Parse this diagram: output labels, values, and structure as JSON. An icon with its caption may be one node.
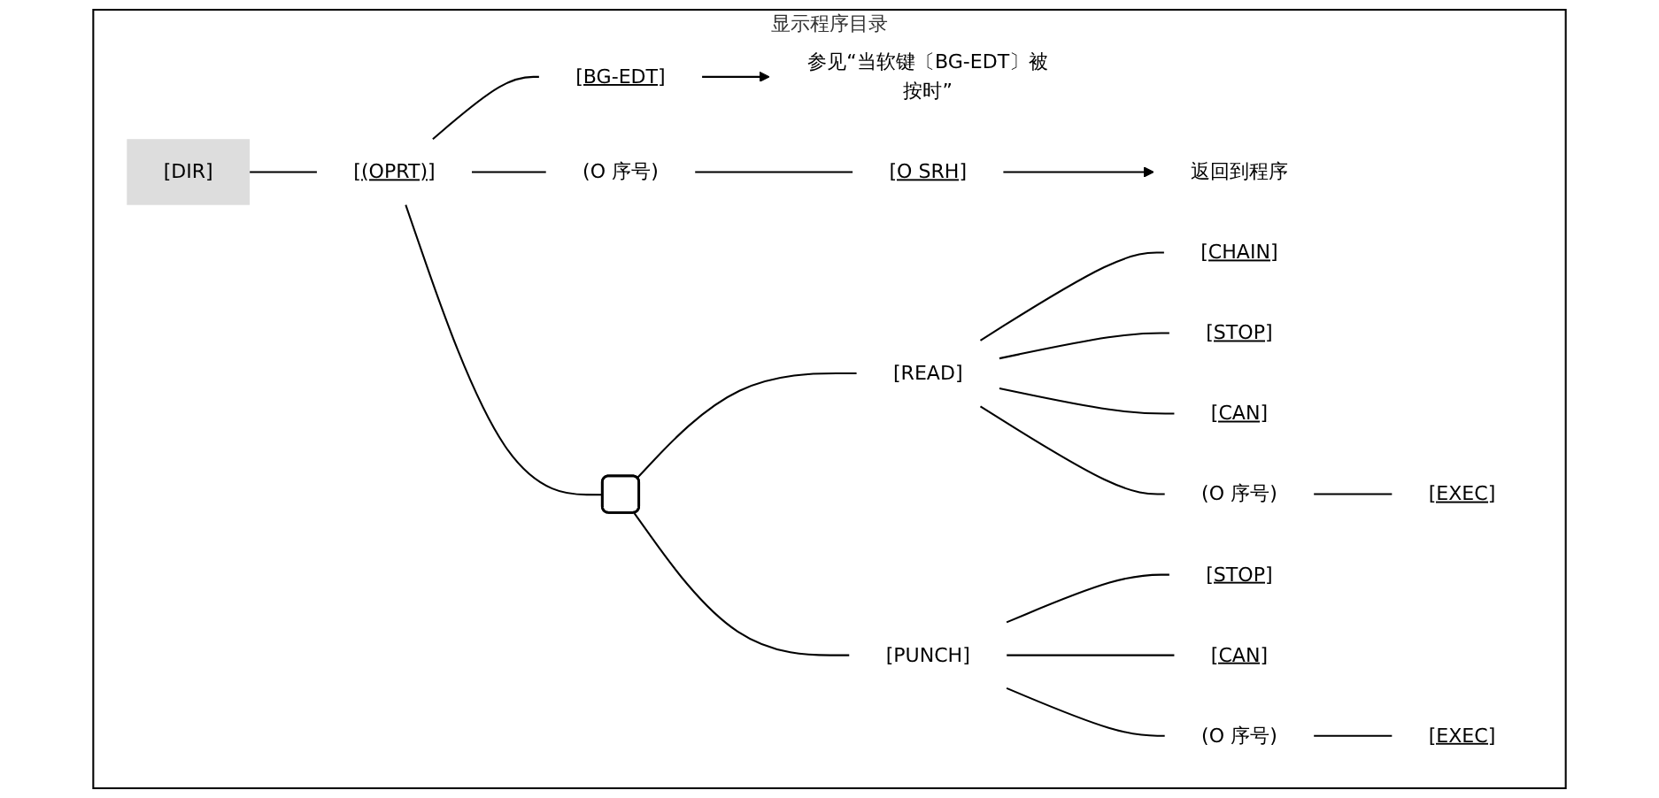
{
  "diagram": {
    "nodes": [
      {
        "text": [
          "显示程序目录"
        ]
      },
      {
        "text": [
          "[DIR]"
        ],
        "in": 0
      },
      {
        "text": [
          "[(OPRT)]"
        ],
        "in": 0
      },
      {
        "text": [
          "[BG-EDT]"
        ],
        "in": 0
      },
      {
        "text": [
          "(O 序号)"
        ],
        "in": 0
      },
      {
        "text": [
          "[O SRH]"
        ],
        "in": 0
      },
      {
        "text": [
          "参见“当软键〔BG-EDT〕被按时”"
        ],
        "in": 0
      },
      {
        "text": [
          "返回到程序"
        ],
        "in": 0
      },
      {
        "text": [],
        "shape": "box",
        "in": 0
      },
      {
        "text": [
          "[READ]"
        ],
        "in": 0
      },
      {
        "text": [
          "[CHAIN]"
        ],
        "in": 0
      },
      {
        "text": [
          "[STOP]"
        ],
        "in": 0
      },
      {
        "text": [
          "[CAN]"
        ],
        "in": 0
      },
      {
        "text": [
          "(O 序号)"
        ],
        "in": 0
      },
      {
        "text": [
          "[EXEC]"
        ],
        "in": 0
      },
      {
        "text": [
          "[PUNCH]"
        ],
        "in": 0
      },
      {
        "text": [
          "[STOP]"
        ],
        "in": 0
      },
      {
        "text": [
          "[CAN]"
        ],
        "in": 0
      },
      {
        "text": [
          "(O 序号)"
        ],
        "in": 0
      },
      {
        "text": [
          "[EXEC]"
        ],
        "in": 0
      }
    ],
    "edges": [
      {
        "from": 1,
        "to": 2,
        "arrow": "none"
      },
      {
        "from": 2,
        "to": 3,
        "arrow": "none"
      },
      {
        "from": 2,
        "to": 4,
        "arrow": "none"
      },
      {
        "from": 3,
        "to": 6,
        "arrow": "to"
      },
      {
        "from": 4,
        "to": 5,
        "arrow": "none"
      },
      {
        "from": 5,
        "to": 7,
        "arrow": "to"
      },
      {
        "from": 2,
        "to": 8,
        "arrow": "none"
      },
      {
        "from": 8,
        "to": 9,
        "arrow": "none"
      },
      {
        "from": 8,
        "to": 15,
        "arrow": "none"
      },
      {
        "from": 9,
        "to": 10,
        "arrow": "none"
      },
      {
        "from": 9,
        "to": 11,
        "arrow": "none"
      },
      {
        "from": 9,
        "to": 12,
        "arrow": "none"
      },
      {
        "from": 9,
        "to": 13,
        "arrow": "none"
      },
      {
        "from": 13,
        "to": 14,
        "arrow": "none"
      },
      {
        "from": 15,
        "to": 16,
        "arrow": "none"
      },
      {
        "from": 15,
        "to": 17,
        "arrow": "none"
      },
      {
        "from": 15,
        "to": 18,
        "arrow": "none"
      },
      {
        "from": 18,
        "to": 19,
        "arrow": "none"
      }
    ]
  }
}
